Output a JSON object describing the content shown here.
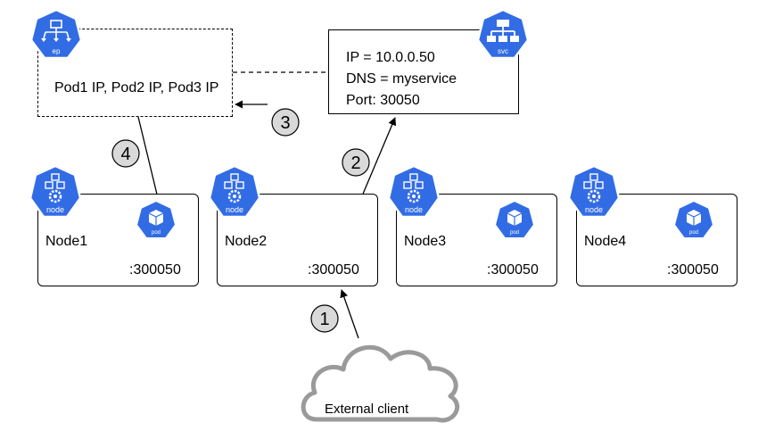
{
  "endpoints": {
    "icon_label": "ep",
    "text": "Pod1 IP, Pod2 IP, Pod3 IP"
  },
  "service": {
    "icon_label": "svc",
    "ip": "IP = 10.0.0.50",
    "dns": "DNS = myservice",
    "port": "Port: 30050"
  },
  "nodes": [
    {
      "name": "Node1",
      "port": ":300050",
      "icon_label": "node",
      "pod_label": "pod"
    },
    {
      "name": "Node2",
      "port": ":300050",
      "icon_label": "node"
    },
    {
      "name": "Node3",
      "port": ":300050",
      "icon_label": "node",
      "pod_label": "pod"
    },
    {
      "name": "Node4",
      "port": ":300050",
      "icon_label": "node",
      "pod_label": "pod"
    }
  ],
  "steps": [
    "1",
    "2",
    "3",
    "4"
  ],
  "client": {
    "label": "External client"
  },
  "colors": {
    "k8s_blue": "#326ce5",
    "step_fill": "#d9d9d9",
    "cloud_stroke": "#9a9a9a"
  },
  "icons": {
    "endpoints": "kubernetes-endpoints-icon",
    "service": "kubernetes-service-icon",
    "node": "kubernetes-node-icon",
    "pod": "kubernetes-pod-icon"
  }
}
